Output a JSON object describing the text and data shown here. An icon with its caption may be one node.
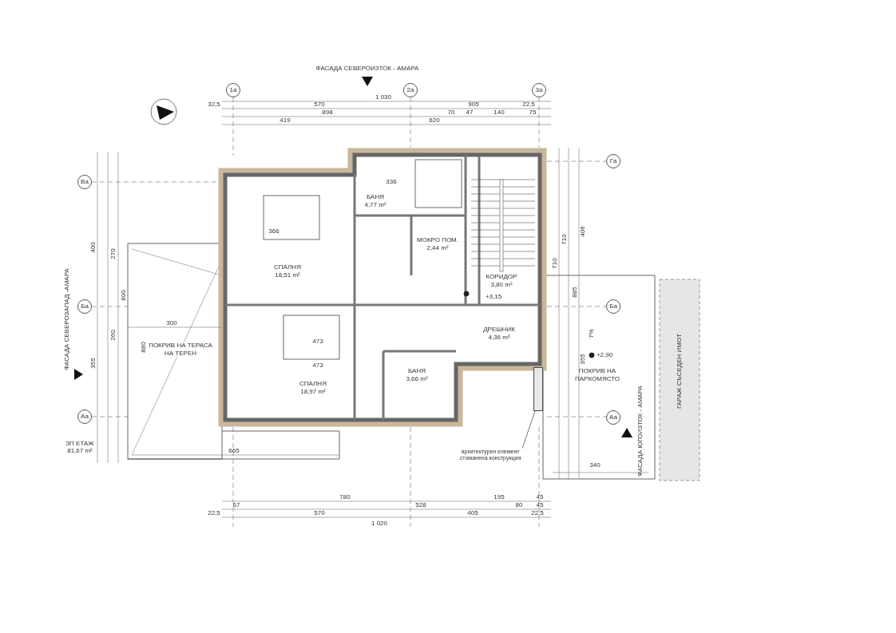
{
  "diagram": {
    "nodes": [
      {
        "text": [
          "СПАЛНЯ",
          "18,51 m²"
        ]
      },
      {
        "text": [
          "БАНЯ",
          "4,77 m²"
        ]
      },
      {
        "text": [
          "МОКРО ПОМ.",
          "2,44 m²"
        ]
      },
      {
        "text": [
          "КОРИДОР",
          "3,80 m²"
        ]
      },
      {
        "text": [
          "ДРЕШНИК",
          "4,36 m²"
        ]
      },
      {
        "text": [
          "СПАЛНЯ",
          "18,97 m²"
        ]
      },
      {
        "text": [
          "БАНЯ",
          "3,66 m²"
        ]
      },
      {
        "text": [
          "ПОКРИВ НА ТЕРАСА НА ТЕРЕН"
        ]
      },
      {
        "text": [
          "ПОКРИВ НА ПАРКОМЯСТО"
        ]
      },
      {
        "text": [
          "ГАРАЖ СЪСЕДЕН ИМОТ"
        ]
      },
      {
        "text": [
          "архитектурен елемент стоманена конструкция"
        ]
      },
      {
        "text": [],
        "shape": "box"
      }
    ],
    "edges": [
      {
        "from": 10,
        "to": 11,
        "arrow": "none"
      }
    ],
    "labels": [
      "ФАСАДА СЕВЕРОИЗТОК - АМАРА",
      "1а",
      "2а",
      "3а",
      "32,5",
      "570",
      "1 030",
      "905",
      "22,5",
      "898",
      "70",
      "47",
      "140",
      "75",
      "419",
      "620",
      "Га",
      "Ва",
      "Ба",
      "Аа",
      "Ба",
      "Аа",
      "ФАСАДА СЕВЕРОЗАПАД -АМАРА",
      "ФАСАДА ЮГОИЗТОК - АМАРА",
      "ЗП ЕТАЖ 81,67 m²",
      "+3,15",
      "+2,90",
      "7%",
      "336",
      "366",
      "473",
      "473",
      "300",
      "665",
      "340",
      "780",
      "195",
      "45",
      "67",
      "528",
      "80",
      "45",
      "22,5",
      "570",
      "405",
      "22,5",
      "1 020",
      "710",
      "710",
      "885",
      "406",
      "355",
      "400",
      "270",
      "260",
      "355",
      "880",
      "800"
    ]
  }
}
